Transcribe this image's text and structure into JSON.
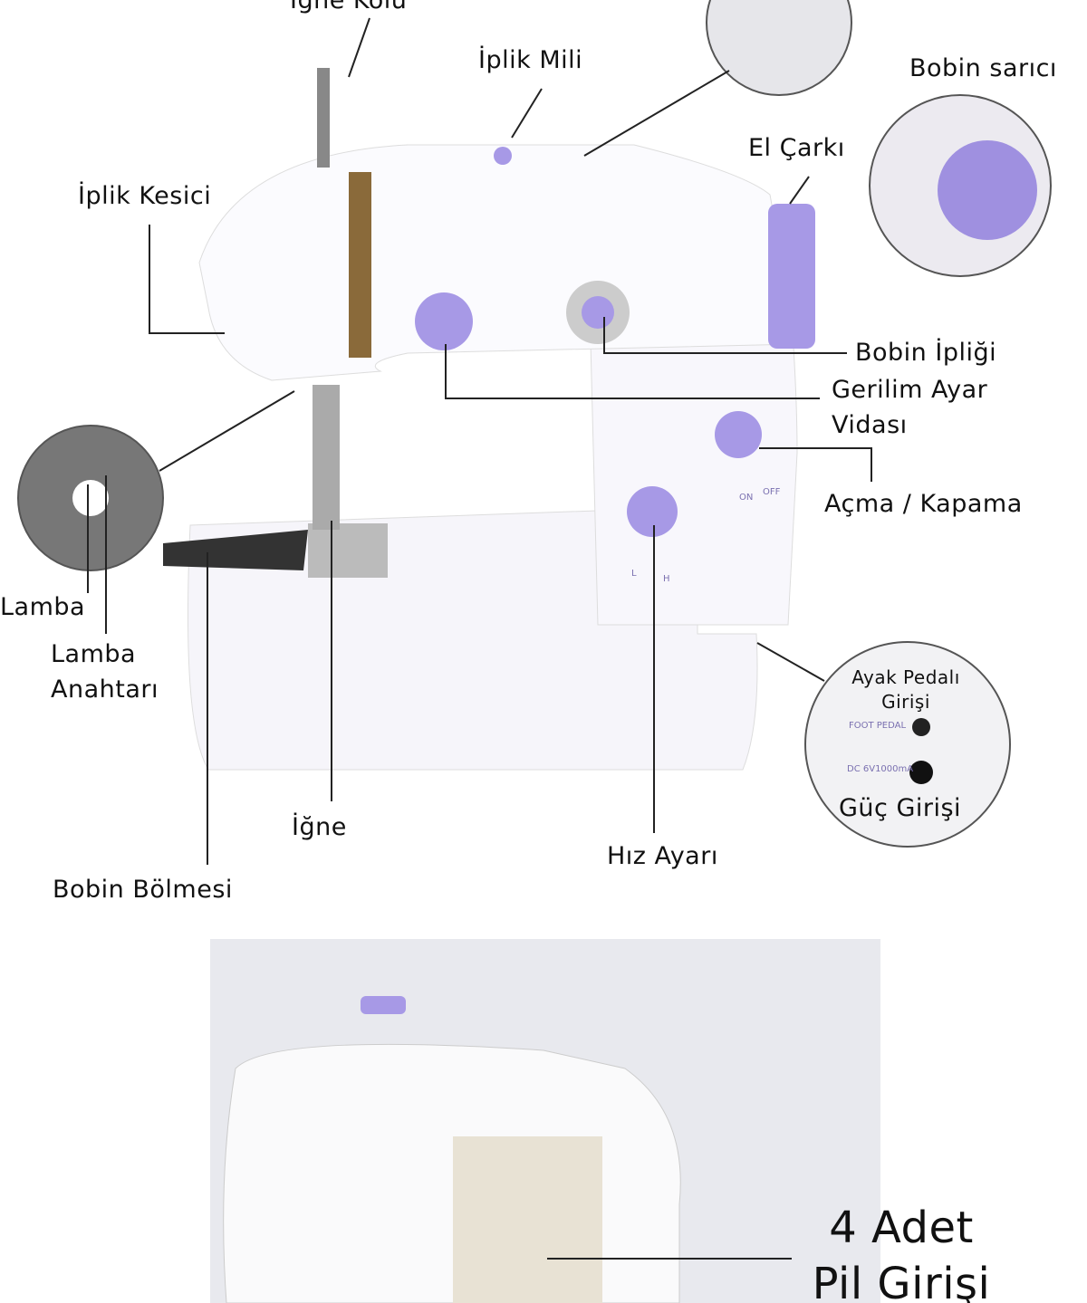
{
  "labels": {
    "needle_arm": "İğne Kolu",
    "thread_spindle": "İplik Mili",
    "bobbin_winder": "Bobin sarıcı",
    "hand_wheel": "El Çarkı",
    "thread_cutter": "İplik Kesici",
    "bobbin_thread": "Bobin İpliği",
    "tension_line1": "Gerilim Ayar",
    "tension_line2": "Vidası",
    "power_switch": "Açma / Kapama",
    "lamp": "Lamba",
    "lamp_switch_line1": "Lamba",
    "lamp_switch_line2": "Anahtarı",
    "foot_pedal_line1": "Ayak Pedalı",
    "foot_pedal_line2": "Girişi",
    "power_input": "Güç Girişi",
    "needle": "İğne",
    "speed": "Hız Ayarı",
    "bobbin_compartment": "Bobin Bölmesi",
    "battery_line1": "4 Adet",
    "battery_line2": "Pil Girişi"
  },
  "machine_marks": {
    "on": "ON",
    "off": "OFF",
    "low": "L",
    "high": "H",
    "foot_pedal": "FOOT PEDAL",
    "dc": "DC 6V1000mA"
  },
  "colors": {
    "accent": "#9d8ee0",
    "body": "#f4f3f8",
    "line": "#222222"
  }
}
